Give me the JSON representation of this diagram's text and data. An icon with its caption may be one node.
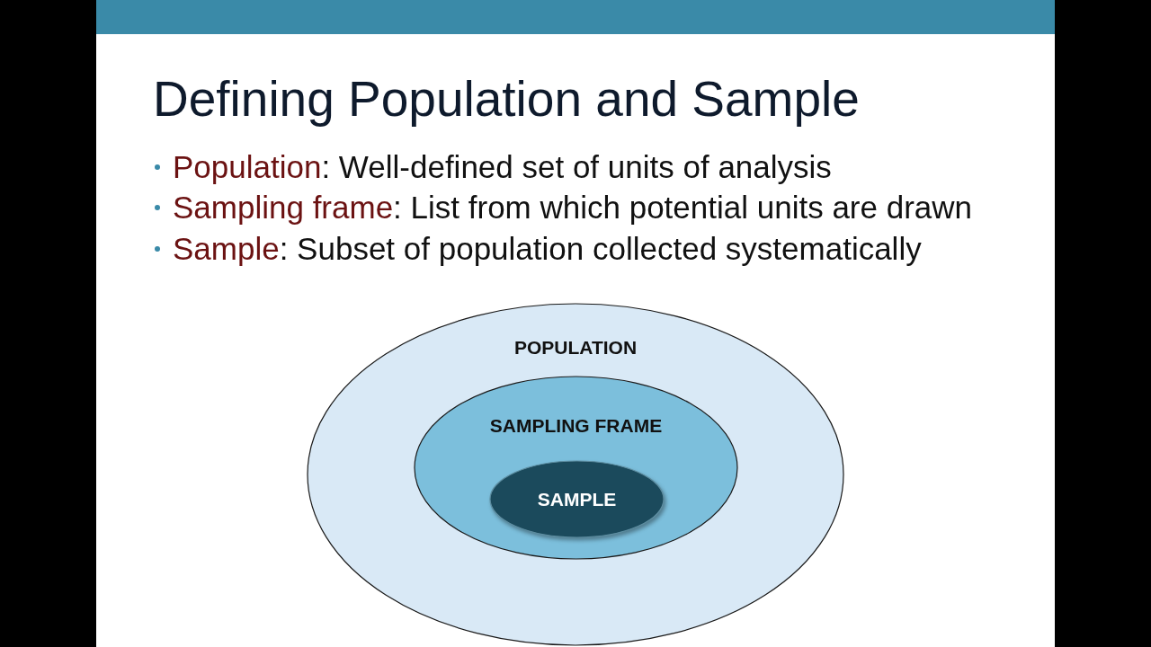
{
  "diagram": {
    "title": "Defining Population and Sample",
    "nodes": [
      {
        "text": [
          "POPULATION"
        ]
      },
      {
        "text": [
          "SAMPLING FRAME"
        ],
        "in": 0
      },
      {
        "text": [
          "SAMPLE"
        ],
        "in": 1
      }
    ],
    "edges": [],
    "labels": [
      "Population: Well-defined set of units of analysis",
      "Sampling frame: List from which potential units are drawn",
      "Sample: Subset of population collected systematically"
    ]
  }
}
